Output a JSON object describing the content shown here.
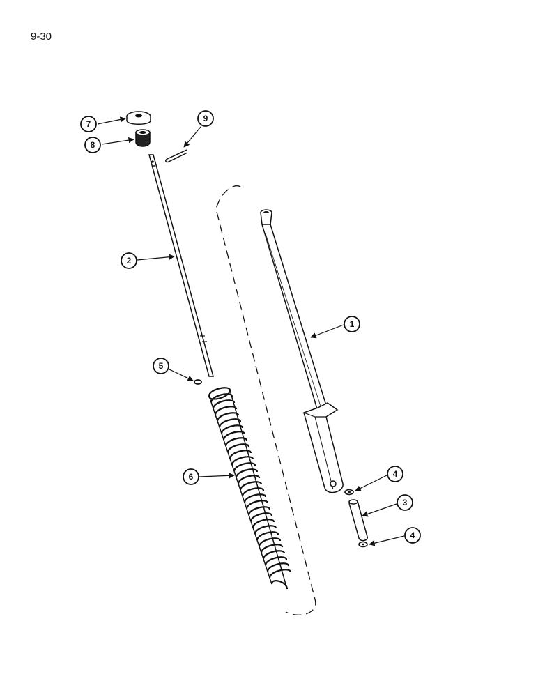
{
  "page_number": "9-30",
  "callouts": [
    {
      "id": "c1",
      "label": "1"
    },
    {
      "id": "c2",
      "label": "2"
    },
    {
      "id": "c3",
      "label": "3"
    },
    {
      "id": "c4a",
      "label": "4"
    },
    {
      "id": "c4b",
      "label": "4"
    },
    {
      "id": "c5",
      "label": "5"
    },
    {
      "id": "c6",
      "label": "6"
    },
    {
      "id": "c7",
      "label": "7"
    },
    {
      "id": "c8",
      "label": "8"
    },
    {
      "id": "c9",
      "label": "9"
    }
  ]
}
